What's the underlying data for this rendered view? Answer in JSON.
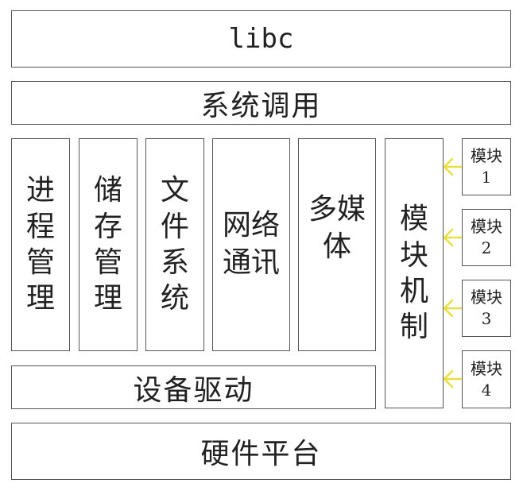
{
  "layers": {
    "libc": "libc",
    "syscall": "系统调用",
    "driver": "设备驱动",
    "hardware": "硬件平台"
  },
  "subsystems": {
    "process": "进程管理",
    "storage": "储存管理",
    "filesystem": "文件系统",
    "network": "网络通讯",
    "multimedia": "多媒体",
    "module_mechanism": "模块机制"
  },
  "modules": [
    {
      "label": "模块",
      "num": "1"
    },
    {
      "label": "模块",
      "num": "2"
    },
    {
      "label": "模块",
      "num": "3"
    },
    {
      "label": "模块",
      "num": "4"
    }
  ],
  "colors": {
    "arrow": "#e8e040",
    "border": "#555555"
  }
}
